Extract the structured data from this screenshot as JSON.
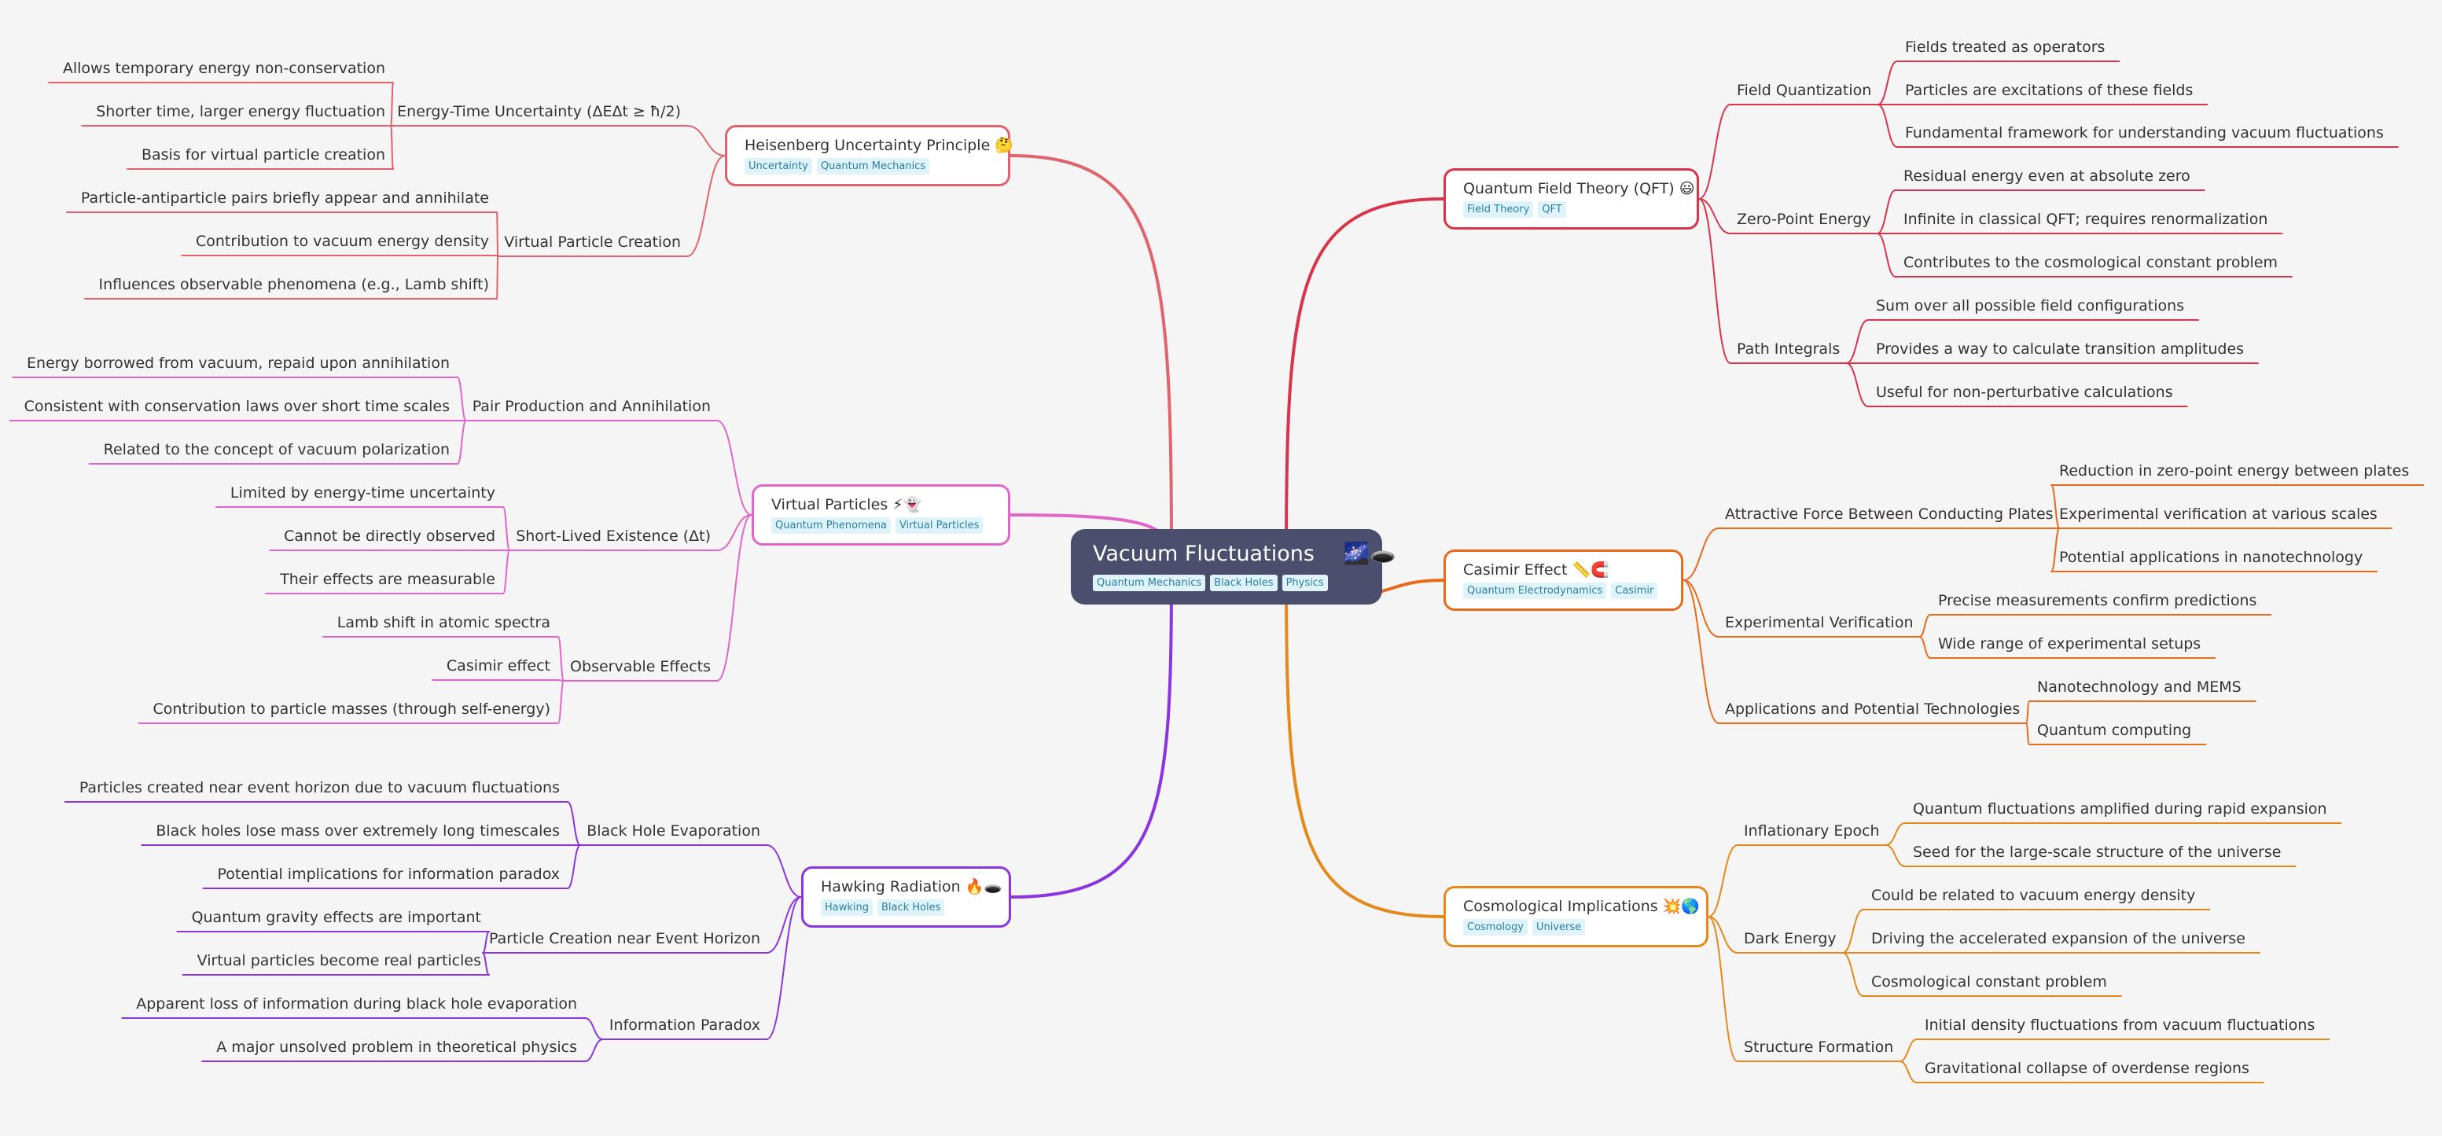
{
  "root": {
    "title": "Vacuum Fluctuations",
    "emoji": "🌌🕳️",
    "tags": [
      "Quantum Mechanics",
      "Black Holes",
      "Physics"
    ]
  },
  "branches": [
    {
      "id": "qft",
      "side": "right",
      "color": "#d9344b",
      "title": "Quantum Field Theory (QFT) 😃",
      "tags": [
        "Field Theory",
        "QFT"
      ],
      "children": [
        {
          "label": "Field Quantization",
          "children": [
            "Fields treated as operators",
            "Particles are excitations of these fields",
            "Fundamental framework for understanding vacuum fluctuations"
          ]
        },
        {
          "label": "Zero-Point Energy",
          "children": [
            "Residual energy even at absolute zero",
            "Infinite in classical QFT; requires renormalization",
            "Contributes to the cosmological constant problem"
          ]
        },
        {
          "label": "Path Integrals",
          "children": [
            "Sum over all possible field configurations",
            "Provides a way to calculate transition amplitudes",
            "Useful for non-perturbative calculations"
          ]
        }
      ]
    },
    {
      "id": "casimir",
      "side": "right",
      "color": "#ea6a1b",
      "title": "Casimir Effect 📏🧲",
      "tags": [
        "Quantum Electrodynamics",
        "Casimir"
      ],
      "children": [
        {
          "label": "Attractive Force Between Conducting Plates",
          "children": [
            "Reduction in zero-point energy between plates",
            "Experimental verification at various scales",
            "Potential applications in nanotechnology"
          ]
        },
        {
          "label": "Experimental Verification",
          "children": [
            "Precise measurements confirm predictions",
            "Wide range of experimental setups"
          ]
        },
        {
          "label": "Applications and Potential Technologies",
          "children": [
            "Nanotechnology and MEMS",
            "Quantum computing"
          ]
        }
      ]
    },
    {
      "id": "cosmo",
      "side": "right",
      "color": "#e5891b",
      "title": "Cosmological Implications 💥🌎",
      "tags": [
        "Cosmology",
        "Universe"
      ],
      "children": [
        {
          "label": "Inflationary Epoch",
          "children": [
            "Quantum fluctuations amplified during rapid expansion",
            "Seed for the large-scale structure of the universe"
          ]
        },
        {
          "label": "Dark Energy",
          "children": [
            "Could be related to vacuum energy density",
            "Driving the accelerated expansion of the universe",
            "Cosmological constant problem"
          ]
        },
        {
          "label": "Structure Formation",
          "children": [
            "Initial density fluctuations from vacuum fluctuations",
            "Gravitational collapse of overdense regions"
          ]
        }
      ]
    },
    {
      "id": "heisenberg",
      "side": "left",
      "color": "#e0636d",
      "title": "Heisenberg Uncertainty Principle 🤔",
      "tags": [
        "Uncertainty",
        "Quantum Mechanics"
      ],
      "children": [
        {
          "label": "Energy-Time Uncertainty (ΔEΔt ≥ ħ/2)",
          "children": [
            "Allows temporary energy non-conservation",
            "Shorter time, larger energy fluctuation",
            "Basis for virtual particle creation"
          ]
        },
        {
          "label": "Virtual Particle Creation",
          "children": [
            "Particle-antiparticle pairs briefly appear and annihilate",
            "Contribution to vacuum energy density",
            "Influences observable phenomena (e.g., Lamb shift)"
          ]
        }
      ]
    },
    {
      "id": "virtual",
      "side": "left",
      "color": "#e067c9",
      "title": "Virtual Particles ⚡👻",
      "tags": [
        "Quantum Phenomena",
        "Virtual Particles"
      ],
      "children": [
        {
          "label": "Pair Production and Annihilation",
          "children": [
            "Energy borrowed from vacuum, repaid upon annihilation",
            "Consistent with conservation laws over short time scales",
            "Related to the concept of vacuum polarization"
          ]
        },
        {
          "label": "Short-Lived Existence (Δt)",
          "children": [
            "Limited by energy-time uncertainty",
            "Cannot be directly observed",
            "Their effects are measurable"
          ]
        },
        {
          "label": "Observable Effects",
          "children": [
            "Lamb shift in atomic spectra",
            "Casimir effect",
            "Contribution to particle masses (through self-energy)"
          ]
        }
      ]
    },
    {
      "id": "hawking",
      "side": "left",
      "color": "#8a35e0",
      "title": "Hawking Radiation 🔥🕳️",
      "tags": [
        "Hawking",
        "Black Holes"
      ],
      "children": [
        {
          "label": "Black Hole Evaporation",
          "children": [
            "Particles created near event horizon due to vacuum fluctuations",
            "Black holes lose mass over extremely long timescales",
            "Potential implications for information paradox"
          ]
        },
        {
          "label": "Particle Creation near Event Horizon",
          "children": [
            "Quantum gravity effects are important",
            "Virtual particles become real particles"
          ]
        },
        {
          "label": "Information Paradox",
          "children": [
            "Apparent loss of information during black hole evaporation",
            "A major unsolved problem in theoretical physics"
          ]
        }
      ]
    }
  ]
}
